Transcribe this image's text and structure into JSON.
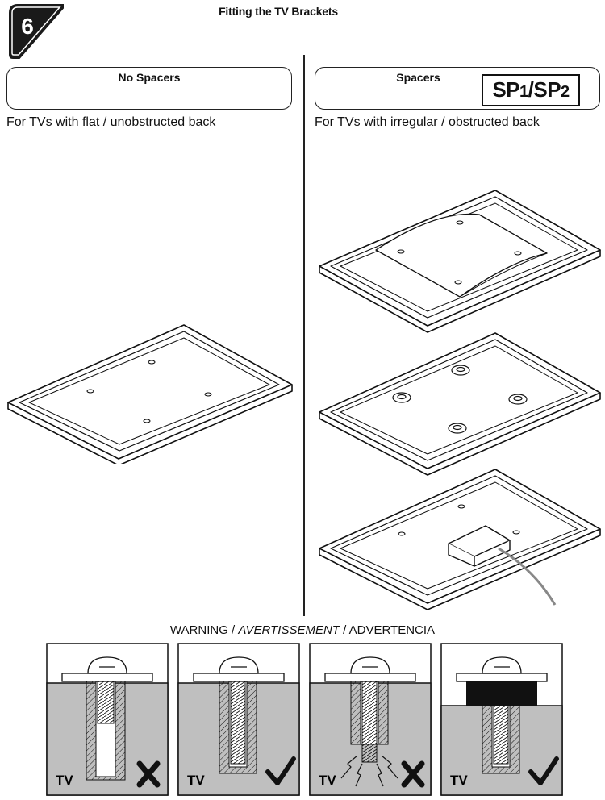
{
  "header": {
    "step_number": "6",
    "title": "Fitting the TV Brackets"
  },
  "panels": {
    "left": {
      "title": "No Spacers",
      "description": "For TVs with flat / unobstructed back"
    },
    "right": {
      "title": "Spacers",
      "part_code_prefix": "SP",
      "part_code_num1": "1",
      "part_code_sep": "/SP",
      "part_code_num2": "2",
      "description": "For TVs with irregular / obstructed back"
    }
  },
  "warning": {
    "part1": "WARNING / ",
    "part2": "AVERTISSEMENT",
    "part3": " / ADVERTENCIA",
    "diagrams": [
      {
        "label": "TV",
        "result": "incorrect",
        "icon": "cross-icon"
      },
      {
        "label": "TV",
        "result": "correct",
        "icon": "check-icon"
      },
      {
        "label": "TV",
        "result": "incorrect",
        "icon": "cross-icon"
      },
      {
        "label": "TV",
        "result": "correct",
        "icon": "check-icon"
      }
    ]
  }
}
